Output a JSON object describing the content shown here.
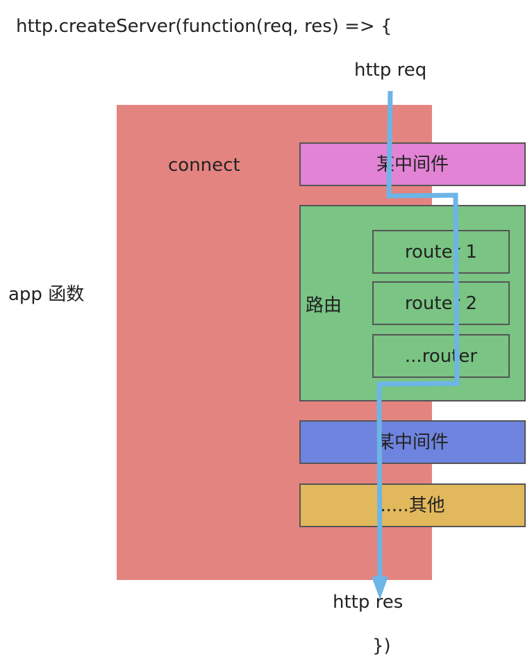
{
  "header_code": "http.createServer(function(req, res) => {",
  "footer_code": "})",
  "http_req_label": "http req",
  "http_res_label": "http res",
  "app_label": "app 函数",
  "connect_label": "connect",
  "middleware_top_label": "某中间件",
  "router_group_label": "路由",
  "routers": [
    {
      "label": "router 1"
    },
    {
      "label": "router 2"
    },
    {
      "label": "...router"
    }
  ],
  "middleware_bottom_label": "某中间件",
  "others_label": ".....其他",
  "colors": {
    "connect_region": "#e48480",
    "middleware_top": "#e283d6",
    "router_group": "#7ac484",
    "router_item": "#7ac484",
    "middleware_bottom": "#6f84de",
    "others": "#e2b85c",
    "flow_line": "#6cb5e6"
  }
}
